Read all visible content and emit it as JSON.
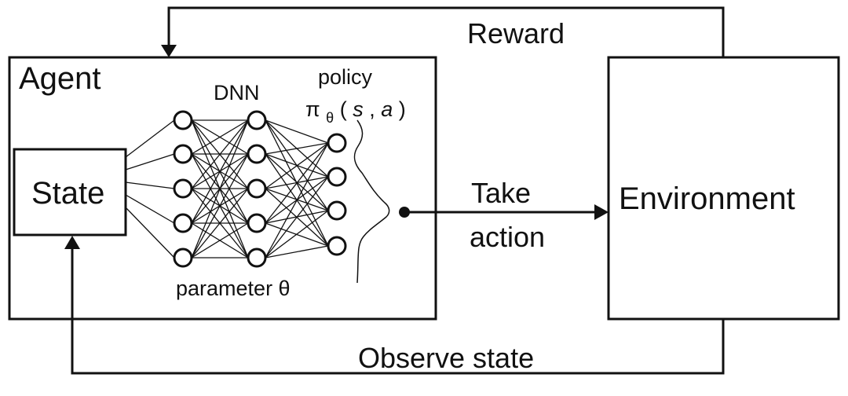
{
  "labels": {
    "agent": "Agent",
    "state": "State",
    "dnn": "DNN",
    "policy": "policy",
    "policy_pi": "π",
    "policy_theta": "θ",
    "policy_open": "(",
    "policy_s": "s",
    "policy_comma": ", ",
    "policy_a": "a",
    "policy_close": ")",
    "parameter": "parameter θ",
    "take": "Take",
    "action": "action",
    "environment": "Environment",
    "reward": "Reward",
    "observe": "Observe state"
  },
  "network": {
    "layers": [
      5,
      5,
      4
    ]
  }
}
